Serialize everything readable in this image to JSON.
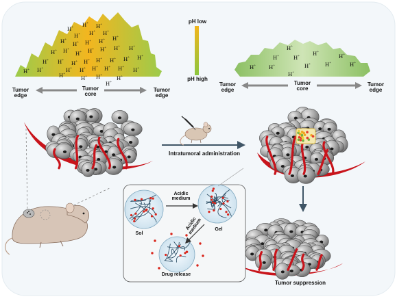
{
  "left_panel": {
    "tumor_edge_left": "Tumor\nedge",
    "tumor_core": "Tumor\ncore",
    "tumor_edge_right": "Tumor\nedge"
  },
  "ph_scale": {
    "top_label": "pH low",
    "bottom_label": "pH high",
    "color_low": "#f2b51c",
    "color_high": "#8cc63f"
  },
  "right_panel": {
    "tumor_edge_left": "Tumor\nedge",
    "tumor_core": "Tumor\ncore",
    "tumor_edge_right": "Tumor\nedge"
  },
  "proton_symbol": "H",
  "proton_charge": "+",
  "administration_label": "Intratumoral administration",
  "inset": {
    "sol_label": "Sol",
    "gel_label": "Gel",
    "acidic_medium_top": "Acidic\nmedium",
    "acidic_medium_diag": "Acidic\nmedium",
    "drug_release_label": "Drug release"
  },
  "outcome_label": "Tumor suppression",
  "colors": {
    "vessel": "#c8141b",
    "tumor_cell": "#9a9a9a",
    "nucleus": "#1c1c1c",
    "frame": "#f3f7fa",
    "arrow": "#4a5a6a"
  }
}
